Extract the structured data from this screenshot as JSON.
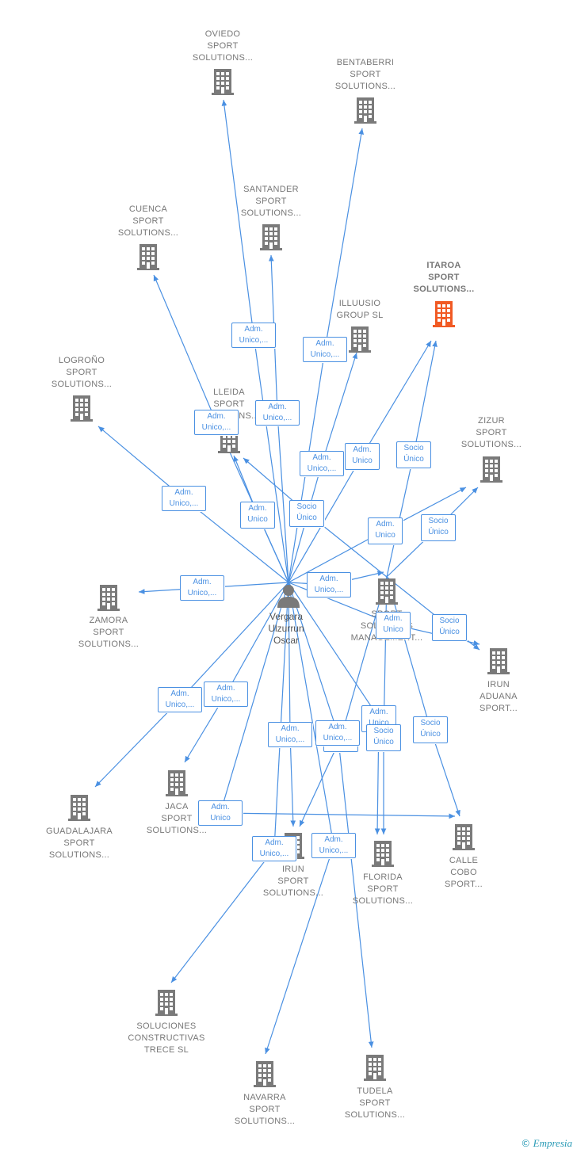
{
  "colors": {
    "edge": "#4a90e2",
    "building": "#7a7a7a",
    "highlight": "#f15a24",
    "person": "#7a7a7a"
  },
  "person": {
    "label": "Vergara\nUlzurrun\nOscar",
    "icon": "person-icon"
  },
  "companies": [
    {
      "id": "oviedo",
      "label": "OVIEDO\nSPORT\nSOLUTIONS...",
      "highlight": false
    },
    {
      "id": "bentaberri",
      "label": "BENTABERRI\nSPORT\nSOLUTIONS...",
      "highlight": false
    },
    {
      "id": "santander",
      "label": "SANTANDER\nSPORT\nSOLUTIONS...",
      "highlight": false
    },
    {
      "id": "cuenca",
      "label": "CUENCA\nSPORT\nSOLUTIONS...",
      "highlight": false
    },
    {
      "id": "itaroa",
      "label": "ITAROA\nSPORT\nSOLUTIONS...",
      "highlight": true
    },
    {
      "id": "illuusio",
      "label": "ILLUUSIO\nGROUP  SL",
      "highlight": false
    },
    {
      "id": "logrono",
      "label": "LOGROÑO\nSPORT\nSOLUTIONS...",
      "highlight": false
    },
    {
      "id": "lleida",
      "label": "LLEIDA\nSPORT\nSOLUTIONS...",
      "highlight": false
    },
    {
      "id": "zizur",
      "label": "ZIZUR\nSPORT\nSOLUTIONS...",
      "highlight": false
    },
    {
      "id": "zamora",
      "label": "ZAMORA\nSPORT\nSOLUTIONS...",
      "highlight": false
    },
    {
      "id": "management",
      "label": "SPORT\nSOLUTIONS\nMANAGEMENT...",
      "highlight": false
    },
    {
      "id": "irun_aduana",
      "label": "IRUN\nADUANA\nSPORT...",
      "highlight": false
    },
    {
      "id": "guadalajara",
      "label": "GUADALAJARA\nSPORT\nSOLUTIONS...",
      "highlight": false
    },
    {
      "id": "jaca",
      "label": "JACA\nSPORT\nSOLUTIONS...",
      "highlight": false
    },
    {
      "id": "irun",
      "label": "IRUN\nSPORT\nSOLUTIONS...",
      "highlight": false
    },
    {
      "id": "florida",
      "label": "FLORIDA\nSPORT\nSOLUTIONS...",
      "highlight": false
    },
    {
      "id": "calle_cobo",
      "label": "CALLE\nCOBO\nSPORT...",
      "highlight": false
    },
    {
      "id": "soluciones",
      "label": "SOLUCIONES\nCONSTRUCTIVAS\nTRECE  SL",
      "highlight": false
    },
    {
      "id": "navarra",
      "label": "NAVARRA\nSPORT\nSOLUTIONS...",
      "highlight": false
    },
    {
      "id": "tudela",
      "label": "TUDELA\nSPORT\nSOLUTIONS...",
      "highlight": false
    }
  ],
  "edges": [
    {
      "from": "person",
      "to": "oviedo",
      "label": "Adm.\nUnico,..."
    },
    {
      "from": "person",
      "to": "bentaberri",
      "label": "Adm.\nUnico,..."
    },
    {
      "from": "person",
      "to": "santander",
      "label": "Adm.\nUnico,..."
    },
    {
      "from": "person",
      "to": "cuenca",
      "label": "Adm.\nUnico,..."
    },
    {
      "from": "person",
      "to": "itaroa",
      "label": "Adm.\nUnico"
    },
    {
      "from": "management",
      "to": "itaroa",
      "label": "Socio\nÚnico"
    },
    {
      "from": "person",
      "to": "illuusio",
      "label": "Adm.\nUnico,..."
    },
    {
      "from": "person",
      "to": "logrono",
      "label": "Adm.\nUnico,..."
    },
    {
      "from": "person",
      "to": "lleida",
      "label": "Adm.\nUnico"
    },
    {
      "from": "management",
      "to": "lleida",
      "label": "Socio\nÚnico"
    },
    {
      "from": "person",
      "to": "zizur",
      "label": "Adm.\nUnico"
    },
    {
      "from": "management",
      "to": "zizur",
      "label": "Socio\nÚnico"
    },
    {
      "from": "person",
      "to": "zamora",
      "label": "Adm.\nUnico,..."
    },
    {
      "from": "person",
      "to": "management",
      "label": "Adm.\nUnico,..."
    },
    {
      "from": "person",
      "to": "irun_aduana",
      "label": "Adm.\nUnico"
    },
    {
      "from": "management",
      "to": "irun_aduana",
      "label": "Socio\nÚnico"
    },
    {
      "from": "person",
      "to": "guadalajara",
      "label": "Adm.\nUnico,..."
    },
    {
      "from": "person",
      "to": "jaca",
      "label": "Adm.\nUnico,..."
    },
    {
      "from": "person",
      "to": "irun",
      "label": "Adm.\nUnico,..."
    },
    {
      "from": "management",
      "to": "irun",
      "label": "Adm.\nUnico"
    },
    {
      "from": "person",
      "to": "florida",
      "label": "Adm.\nUnico"
    },
    {
      "from": "management",
      "to": "florida",
      "label": "Socio\nÚnico"
    },
    {
      "from": "person",
      "to": "calle_cobo",
      "label": "Adm.\nUnico"
    },
    {
      "from": "management",
      "to": "calle_cobo",
      "label": "Socio\nÚnico"
    },
    {
      "from": "person",
      "to": "soluciones",
      "label": "Adm.\nUnico,..."
    },
    {
      "from": "person",
      "to": "navarra",
      "label": "Adm.\nUnico,..."
    },
    {
      "from": "person",
      "to": "tudela",
      "label": "Adm.\nUnico,..."
    }
  ],
  "footer": {
    "copyright": "©",
    "brand": "Empresia"
  }
}
